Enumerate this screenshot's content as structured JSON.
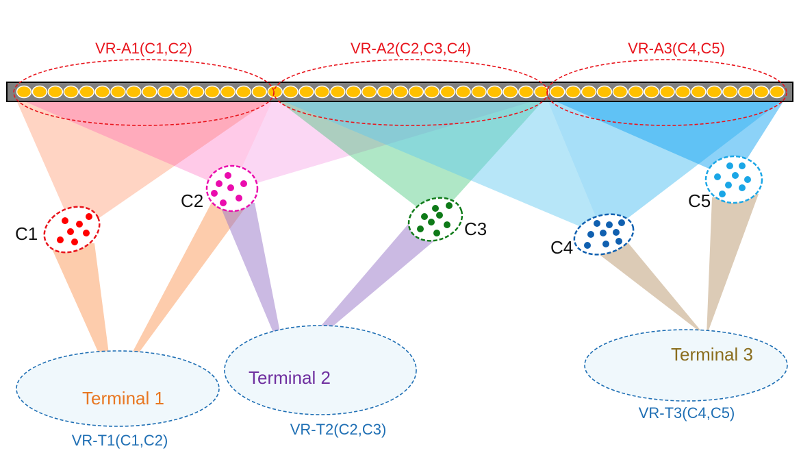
{
  "regions": [
    {
      "label": "VR-A1(C1,C2)"
    },
    {
      "label": "VR-A2(C2,C3,C4)"
    },
    {
      "label": "VR-A3(C4,C5)"
    }
  ],
  "clusters": [
    {
      "label": "C1",
      "color": "#ff0000"
    },
    {
      "label": "C2",
      "color": "#ea0cad"
    },
    {
      "label": "C3",
      "color": "#0e7a18"
    },
    {
      "label": "C4",
      "color": "#1060b0"
    },
    {
      "label": "C5",
      "color": "#1aa6e6"
    }
  ],
  "terminals": [
    {
      "label": "Terminal 1",
      "region": "VR-T1(C1,C2)",
      "color": "#e87722"
    },
    {
      "label": "Terminal 2",
      "region": "VR-T2(C2,C3)",
      "color": "#7030a0"
    },
    {
      "label": "Terminal 3",
      "region": "VR-T3(C4,C5)",
      "color": "#8a6d1e"
    }
  ],
  "colors": {
    "antenna_element": "#ffc000",
    "array_bar": "#7f7f7f",
    "region_outline": "#e8141c",
    "terminal_outline": "#1f6fb4"
  }
}
